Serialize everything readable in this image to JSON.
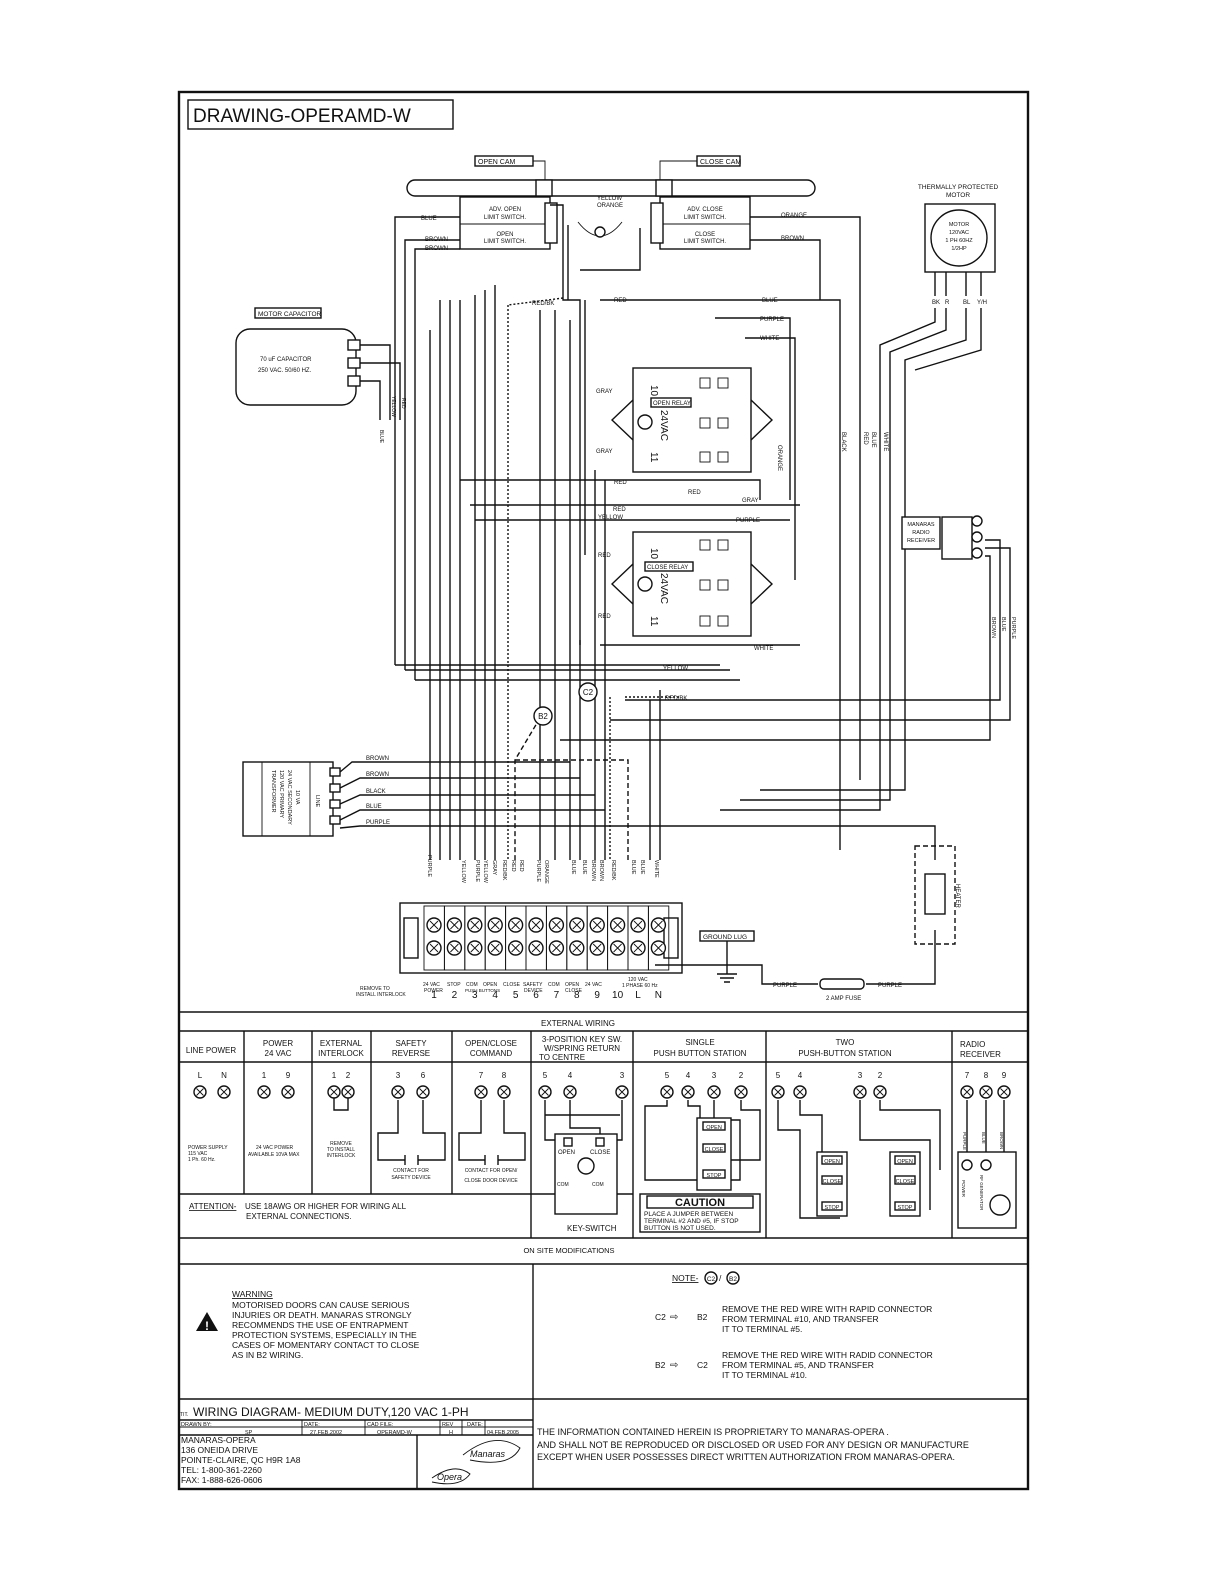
{
  "title": "DRAWING-OPERAMD-W",
  "cams": {
    "open": "OPEN CAM",
    "close": "CLOSE CAM"
  },
  "switches": {
    "open_adv": "ADV. OPEN",
    "open_adv2": "LIMIT SWITCH.",
    "open_lim": "OPEN",
    "open_lim2": "LIMIT SWITCH.",
    "close_adv": "ADV. CLOSE",
    "close_adv2": "LIMIT SWITCH.",
    "close_lim": "CLOSE",
    "close_lim2": "LIMIT SWITCH."
  },
  "motor": {
    "label1": "THERMALLY PROTECTED",
    "label2": "MOTOR",
    "spec1": "MOTOR",
    "spec2": "120VAC",
    "spec3": "1 PH 60HZ",
    "spec4": "1/2HP",
    "leads": [
      "BK",
      "R",
      "BL",
      "Y/H"
    ]
  },
  "capacitor": {
    "label": "MOTOR CAPACITOR",
    "spec1": "70 uF CAPACITOR",
    "spec2": "250 VAC. 50/60 HZ."
  },
  "relays": {
    "open": "OPEN RELAY",
    "close": "CLOSE RELAY",
    "coil": "24VAC",
    "pin10": "10",
    "pin11": "11"
  },
  "radio": {
    "l1": "MANARAS",
    "l2": "RADIO",
    "l3": "RECEIVER"
  },
  "transformer": {
    "l1": "TRANSFORMER",
    "l2": "120 VAC PRIMARY",
    "l3": "24 VAC SECONDARY",
    "l4": "10 VA",
    "line": "LINE"
  },
  "wires": {
    "blue": "BLUE",
    "brown": "BROWN",
    "orange": "ORANGE",
    "yellow": "YELLOW",
    "red": "RED",
    "redbk": "RED/BK",
    "purple": "PURPLE",
    "white": "WHITE",
    "gray": "GRAY",
    "black": "BLACK"
  },
  "markers": {
    "c2": "C2",
    "b2": "B2"
  },
  "ground": "GROUND LUG",
  "fuse": "2 AMP FUSE",
  "heater": "HEATER",
  "terminal_notes": {
    "remove1": "REMOVE TO",
    "remove2": "INSTALL INTERLOCK",
    "pow1": "24 VAC",
    "pow2": "POWER",
    "stop": "STOP",
    "com": "COM",
    "open": "OPEN",
    "close": "CLOSE",
    "pushbuttons": "PUSH BUTTONS",
    "safety1": "SAFETY",
    "safety2": "DEVICE",
    "com2": "COM",
    "open2": "OPEN",
    "close2": "CLOSE",
    "v24": "24 VAC",
    "v120": "120 VAC",
    "ph": "1 PHASE 60 Hz"
  },
  "terminal_numbers": [
    "1",
    "2",
    "3",
    "4",
    "5",
    "6",
    "7",
    "8",
    "9",
    "10",
    "L",
    "N"
  ],
  "external": {
    "header": "EXTERNAL WIRING",
    "columns": [
      {
        "title": "LINE POWER",
        "sub": ""
      },
      {
        "title": "POWER",
        "sub": "24 VAC"
      },
      {
        "title": "EXTERNAL",
        "sub": "INTERLOCK"
      },
      {
        "title": "SAFETY",
        "sub": "REVERSE"
      },
      {
        "title": "OPEN/CLOSE",
        "sub": "COMMAND"
      },
      {
        "title": "3-POSITION KEY SW.",
        "sub": "W/SPRING RETURN",
        "sub2": "TO CENTRE"
      },
      {
        "title": "SINGLE",
        "sub": "PUSH BUTTON STATION"
      },
      {
        "title": "TWO",
        "sub": "PUSH-BUTTON STATION"
      },
      {
        "title": "RADIO",
        "sub": "RECEIVER"
      }
    ],
    "line_power_nums": [
      "L",
      "N"
    ],
    "line_power_note": [
      "POWER SUPPLY",
      "115 VAC",
      "1 Ph. 60 Hz."
    ],
    "power_nums": [
      "1",
      "9"
    ],
    "power_note": [
      "24 VAC POWER",
      "AVAILABLE 10VA MAX"
    ],
    "interlock_nums": [
      "1",
      "2"
    ],
    "interlock_note": [
      "REMOVE",
      "TO INSTALL",
      "INTERLOCK"
    ],
    "safety_nums": [
      "3",
      "6"
    ],
    "safety_note": [
      "CONTACT FOR",
      "SAFETY DEVICE"
    ],
    "openclose_nums": [
      "7",
      "8"
    ],
    "openclose_note": [
      "CONTACT FOR OPEN/",
      "CLOSE DOOR DEVICE"
    ],
    "key_nums": [
      "5",
      "4",
      "3"
    ],
    "key_labels": [
      "OPEN",
      "CLOSE",
      "COM",
      "COM"
    ],
    "key_caption": "KEY-SWITCH",
    "single_nums": [
      "5",
      "4",
      "3",
      "2"
    ],
    "button_labels": [
      "OPEN",
      "CLOSE",
      "STOP"
    ],
    "two_nums": [
      "5",
      "4",
      "3",
      "2"
    ],
    "radio_nums": [
      "7",
      "8",
      "9"
    ],
    "radio_wires": [
      "PURPLE",
      "BLUE",
      "BROWN"
    ],
    "radio_inner": [
      "POWER",
      "RF GENERATOR"
    ],
    "attention_lead": "ATTENTION-",
    "attention_1": " USE 18AWG OR HIGHER FOR WIRING ALL",
    "attention_2": "EXTERNAL CONNECTIONS.",
    "caution_title": "CAUTION",
    "caution_1": "PLACE A JUMPER BETWEEN",
    "caution_2": "TERMINAL #2 AND #5, IF STOP",
    "caution_3": "BUTTON IS NOT USED."
  },
  "onsite": "ON SITE MODIFICATIONS",
  "warning": {
    "title": "WARNING",
    "lines": [
      "MOTORISED DOORS CAN CAUSE SERIOUS",
      "INJURIES OR DEATH. MANARAS STRONGLY",
      "RECOMMENDS THE USE OF ENTRAPMENT",
      "PROTECTION SYSTEMS, ESPECIALLY IN THE",
      "CASES OF MOMENTARY CONTACT TO CLOSE",
      "AS IN B2 WIRING."
    ]
  },
  "note": {
    "label": "NOTE-",
    "sep": "/",
    "c2": "C2",
    "b2": "B2",
    "from1": "C2",
    "to1": "B2",
    "text1": [
      "REMOVE THE  RED WIRE WITH RAPID CONNECTOR",
      "FROM TERMINAL #10, AND TRANSFER",
      "IT TO TERMINAL #5."
    ],
    "from2": "B2",
    "to2": "C2",
    "text2": [
      "REMOVE THE RED WIRE WITH RADID CONNECTOR",
      "FROM TERMINAL #5, AND TRANSFER",
      "IT TO TERMINAL #10."
    ]
  },
  "titleblock": {
    "tit": "TIT.",
    "title": "WIRING DIAGRAM- MEDIUM DUTY,120 VAC 1-PH",
    "drawn_by_label": "DRAWN BY:",
    "drawn_by": "SP",
    "date_label": "DATE:",
    "date": "27.FEB.2002",
    "cad_label": "CAD FILE:",
    "cad": "OPERAMD-W",
    "rev_label": "REV",
    "rev": "H",
    "date2_label": "DATE:",
    "date2": "04.FEB.2005",
    "company": [
      "MANARAS-OPERA",
      "136 ONEIDA DRIVE",
      "POINTE-CLAIRE, QC H9R 1A8",
      "TEL: 1-800-361-2260",
      "FAX: 1-888-626-0606"
    ],
    "logo": [
      "Manaras",
      "Opera"
    ],
    "proprietary": [
      "THE INFORMATION CONTAINED HEREIN IS PROPRIETARY TO MANARAS-OPERA .",
      "AND SHALL NOT BE REPRODUCED OR DISCLOSED OR USED FOR ANY DESIGN OR MANUFACTURE",
      "EXCEPT WHEN USER POSSESSES DIRECT WRITTEN AUTHORIZATION FROM MANARAS-OPERA."
    ]
  }
}
